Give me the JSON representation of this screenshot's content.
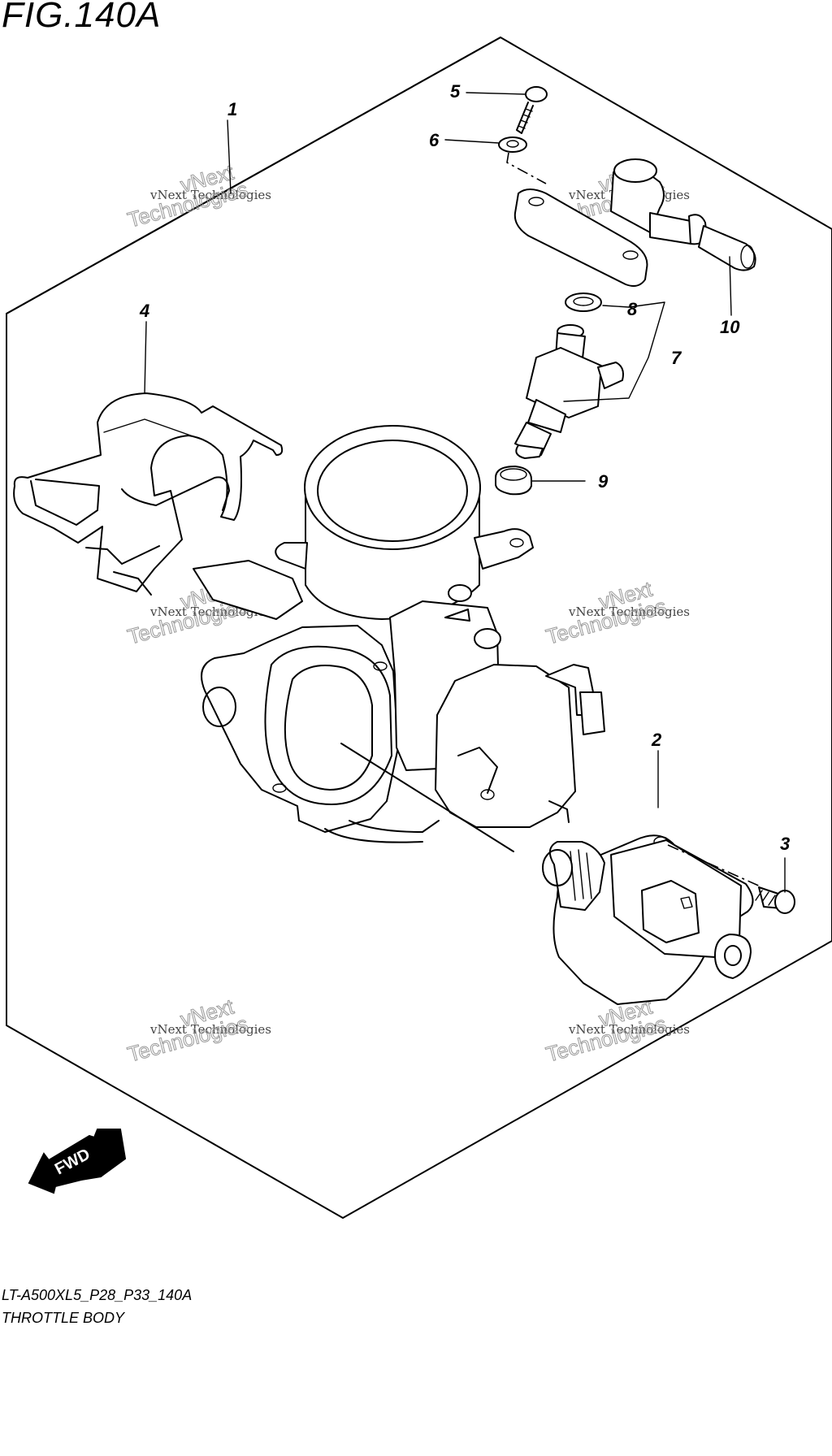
{
  "figure": {
    "title": "FIG.140A",
    "model_code": "LT-A500XL5_P28_P33_140A",
    "section_name": "THROTTLE BODY"
  },
  "callouts": [
    {
      "id": "1",
      "label": "1"
    },
    {
      "id": "2",
      "label": "2"
    },
    {
      "id": "3",
      "label": "3"
    },
    {
      "id": "4",
      "label": "4"
    },
    {
      "id": "5",
      "label": "5"
    },
    {
      "id": "6",
      "label": "6"
    },
    {
      "id": "7",
      "label": "7"
    },
    {
      "id": "8",
      "label": "8"
    },
    {
      "id": "9",
      "label": "9"
    },
    {
      "id": "10",
      "label": "10"
    }
  ],
  "watermark": {
    "line1": "vNext Technologies",
    "line2": "vNext",
    "line3": "Technologies"
  },
  "direction_badge": {
    "label": "FWD"
  }
}
